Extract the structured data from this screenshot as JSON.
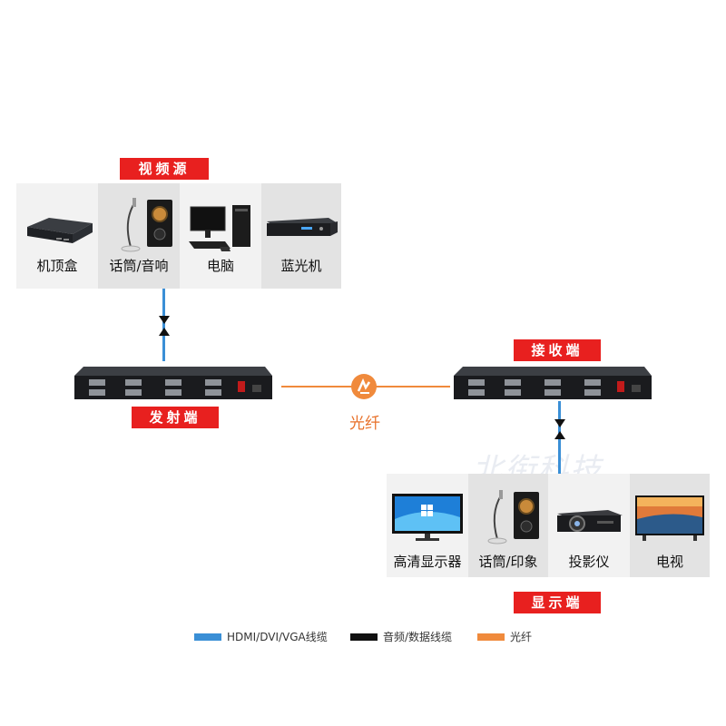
{
  "source": {
    "tag": "视频源",
    "items": [
      {
        "label": "机顶盒",
        "icon": "set-top-box-icon"
      },
      {
        "label": "话筒/音响",
        "icon": "mic-speaker-icon"
      },
      {
        "label": "电脑",
        "icon": "computer-icon"
      },
      {
        "label": "蓝光机",
        "icon": "bluray-player-icon"
      }
    ]
  },
  "transmitter": {
    "tag": "发射端"
  },
  "receiver": {
    "tag": "接收端"
  },
  "fiber": {
    "label": "光纤"
  },
  "display": {
    "tag": "显示端",
    "items": [
      {
        "label": "高清显示器",
        "icon": "monitor-icon"
      },
      {
        "label": "话筒/印象",
        "icon": "mic-speaker-icon"
      },
      {
        "label": "投影仪",
        "icon": "projector-icon"
      },
      {
        "label": "电视",
        "icon": "tv-icon"
      }
    ]
  },
  "watermark": "北衔科技",
  "legend": [
    {
      "label": "HDMI/DVI/VGA线缆",
      "color": "#3a8fd6"
    },
    {
      "label": "音频/数据线缆",
      "color": "#111111"
    },
    {
      "label": "光纤",
      "color": "#f08a3c"
    }
  ]
}
